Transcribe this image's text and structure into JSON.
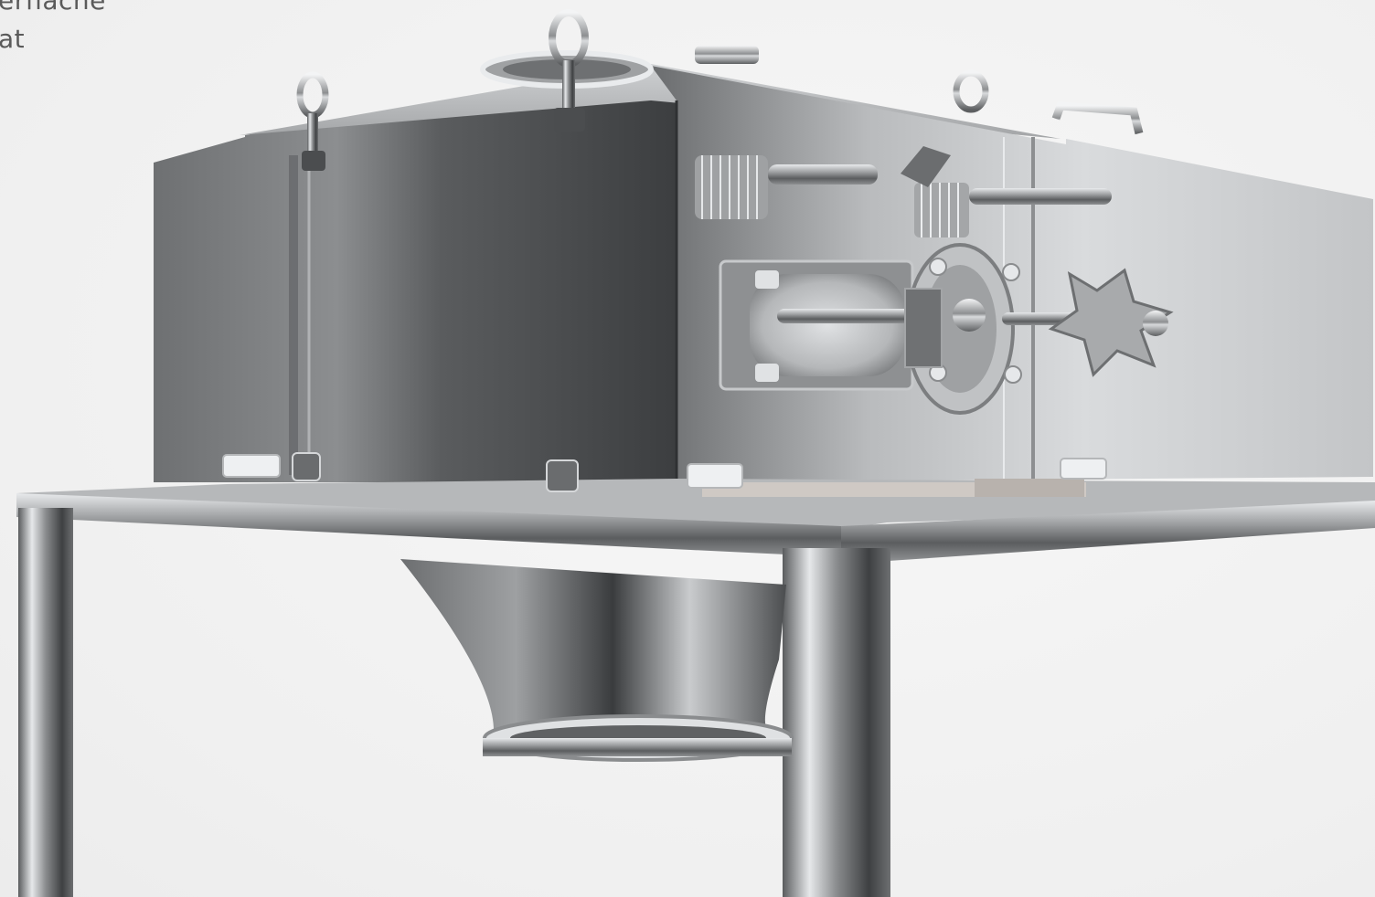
{
  "overlay_text": {
    "line1": "erfläche",
    "line2": "at"
  },
  "scene": {
    "subject": "stainless-steel-bulk-feeder",
    "colors": {
      "background": "#f3f3f3",
      "steel_light": "#d7d9db",
      "steel_mid": "#9a9c9e",
      "steel_dark": "#4a4c4e",
      "text": "#5a5a5a"
    }
  }
}
